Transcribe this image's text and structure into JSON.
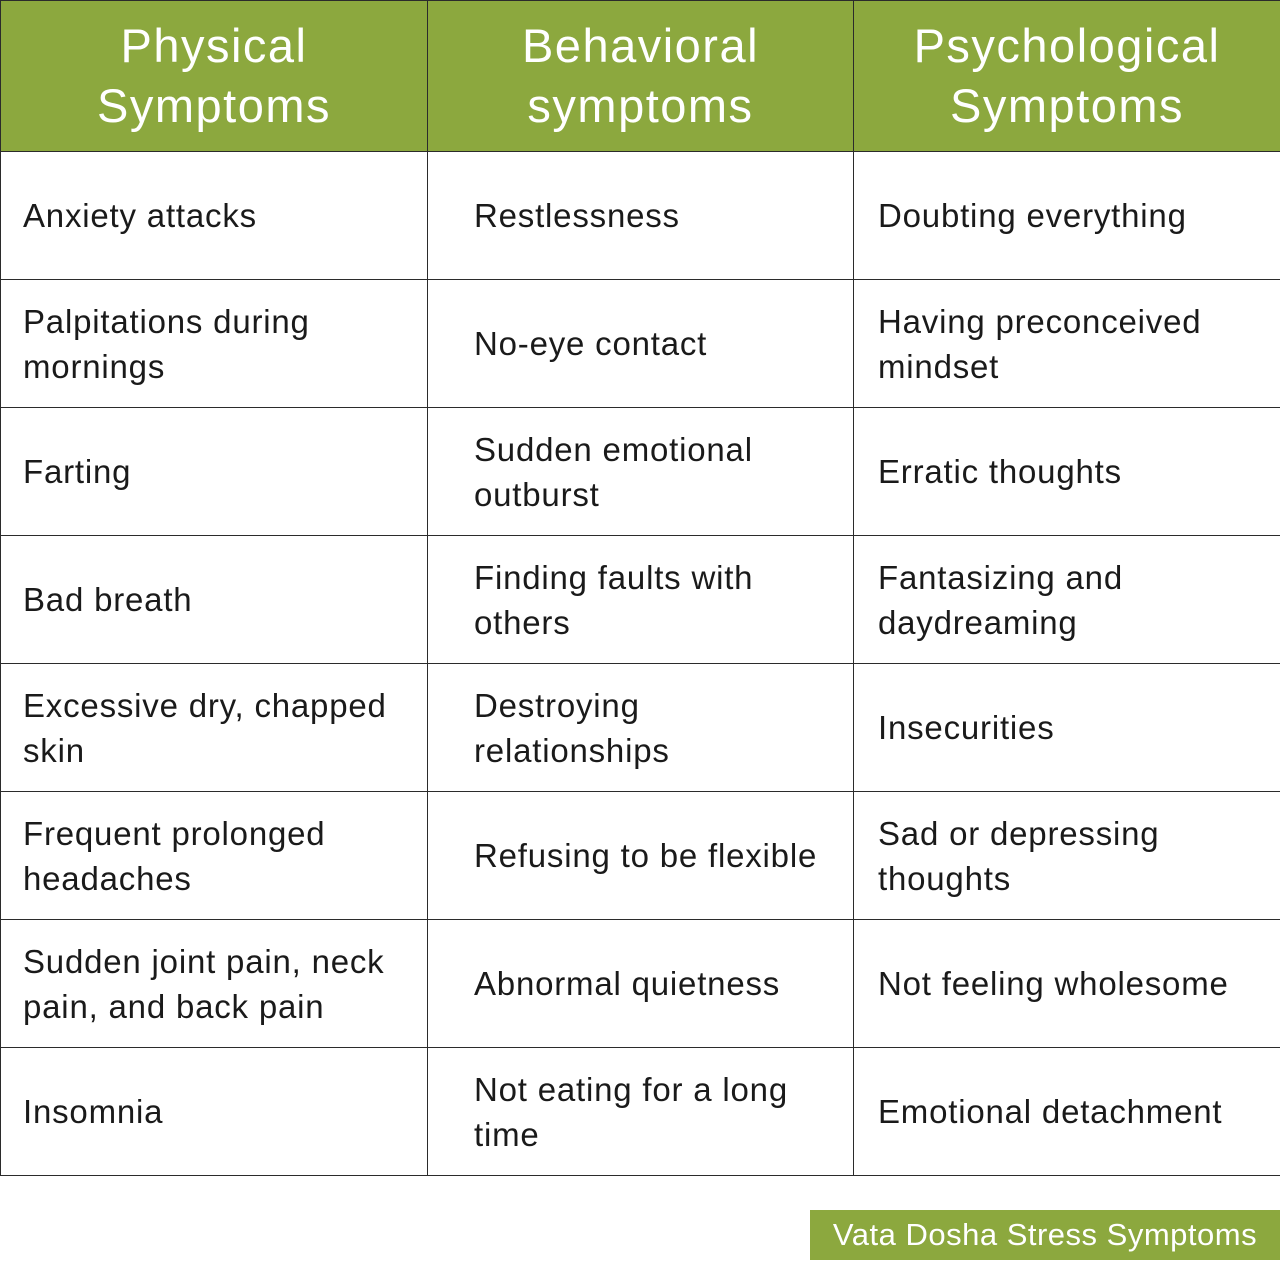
{
  "table": {
    "headers": [
      {
        "line1": "Physical",
        "line2": "Symptoms"
      },
      {
        "line1": "Behavioral",
        "line2": "symptoms"
      },
      {
        "line1": "Psychological",
        "line2": "Symptoms"
      }
    ],
    "rows": [
      [
        "Anxiety attacks",
        "Restlessness",
        "Doubting everything"
      ],
      [
        "Palpitations during mornings",
        "No-eye contact",
        "Having preconceived mindset"
      ],
      [
        "Farting",
        "Sudden emotional outburst",
        "Erratic thoughts"
      ],
      [
        "Bad breath",
        "Finding faults with others",
        "Fantasizing and daydreaming"
      ],
      [
        "Excessive dry, chapped skin",
        "Destroying relationships",
        "Insecurities"
      ],
      [
        "Frequent prolonged headaches",
        "Refusing to be flexible",
        "Sad or depressing thoughts"
      ],
      [
        "Sudden joint pain, neck pain, and back pain",
        "Abnormal quietness",
        "Not feeling wholesome"
      ],
      [
        "Insomnia",
        "Not eating for a long time",
        "Emotional detachment"
      ]
    ]
  },
  "caption": "Vata Dosha Stress Symptoms",
  "colors": {
    "header_bg": "#8ca83e",
    "header_text": "#ffffff",
    "border": "#2b2b2b"
  }
}
